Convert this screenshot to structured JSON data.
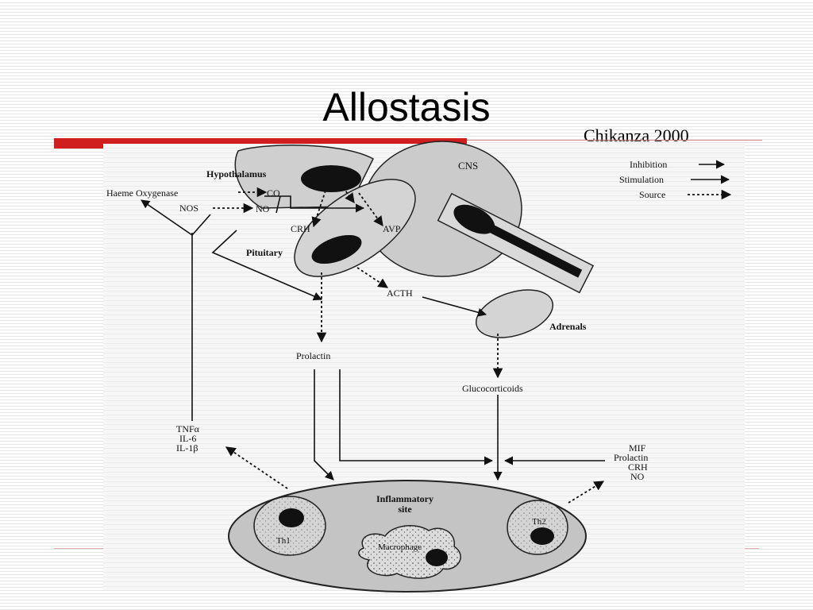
{
  "slide": {
    "title": "Allostasis",
    "citation": "Chikanza 2000"
  },
  "diagram": {
    "labels": {
      "hypothalamus": "Hypothalamus",
      "cns": "CNS",
      "haeme_oxygenase": "Haeme Oxygenase",
      "co": "CO",
      "nos": "NOS",
      "no": "NO",
      "crh": "CRH",
      "avp": "AVP",
      "pituitary": "Pituitary",
      "acth": "ACTH",
      "adrenals": "Adrenals",
      "prolactin": "Prolactin",
      "glucocorticoids": "Glucocorticoids",
      "cytokine_tnf": "TNFα",
      "cytokine_il6": "IL-6",
      "cytokine_il1b": "IL-1β",
      "mif": "MIF",
      "mif_prolactin": "Prolactin",
      "mif_crh": "CRH",
      "mif_no": "NO",
      "inflammatory_site_line1": "Inflammatory",
      "inflammatory_site_line2": "site",
      "th1": "Th1",
      "th2": "Th2",
      "macrophage": "Macrophage"
    },
    "legend": {
      "inhibition": "Inhibition",
      "stimulation": "Stimulation",
      "source": "Source"
    }
  }
}
